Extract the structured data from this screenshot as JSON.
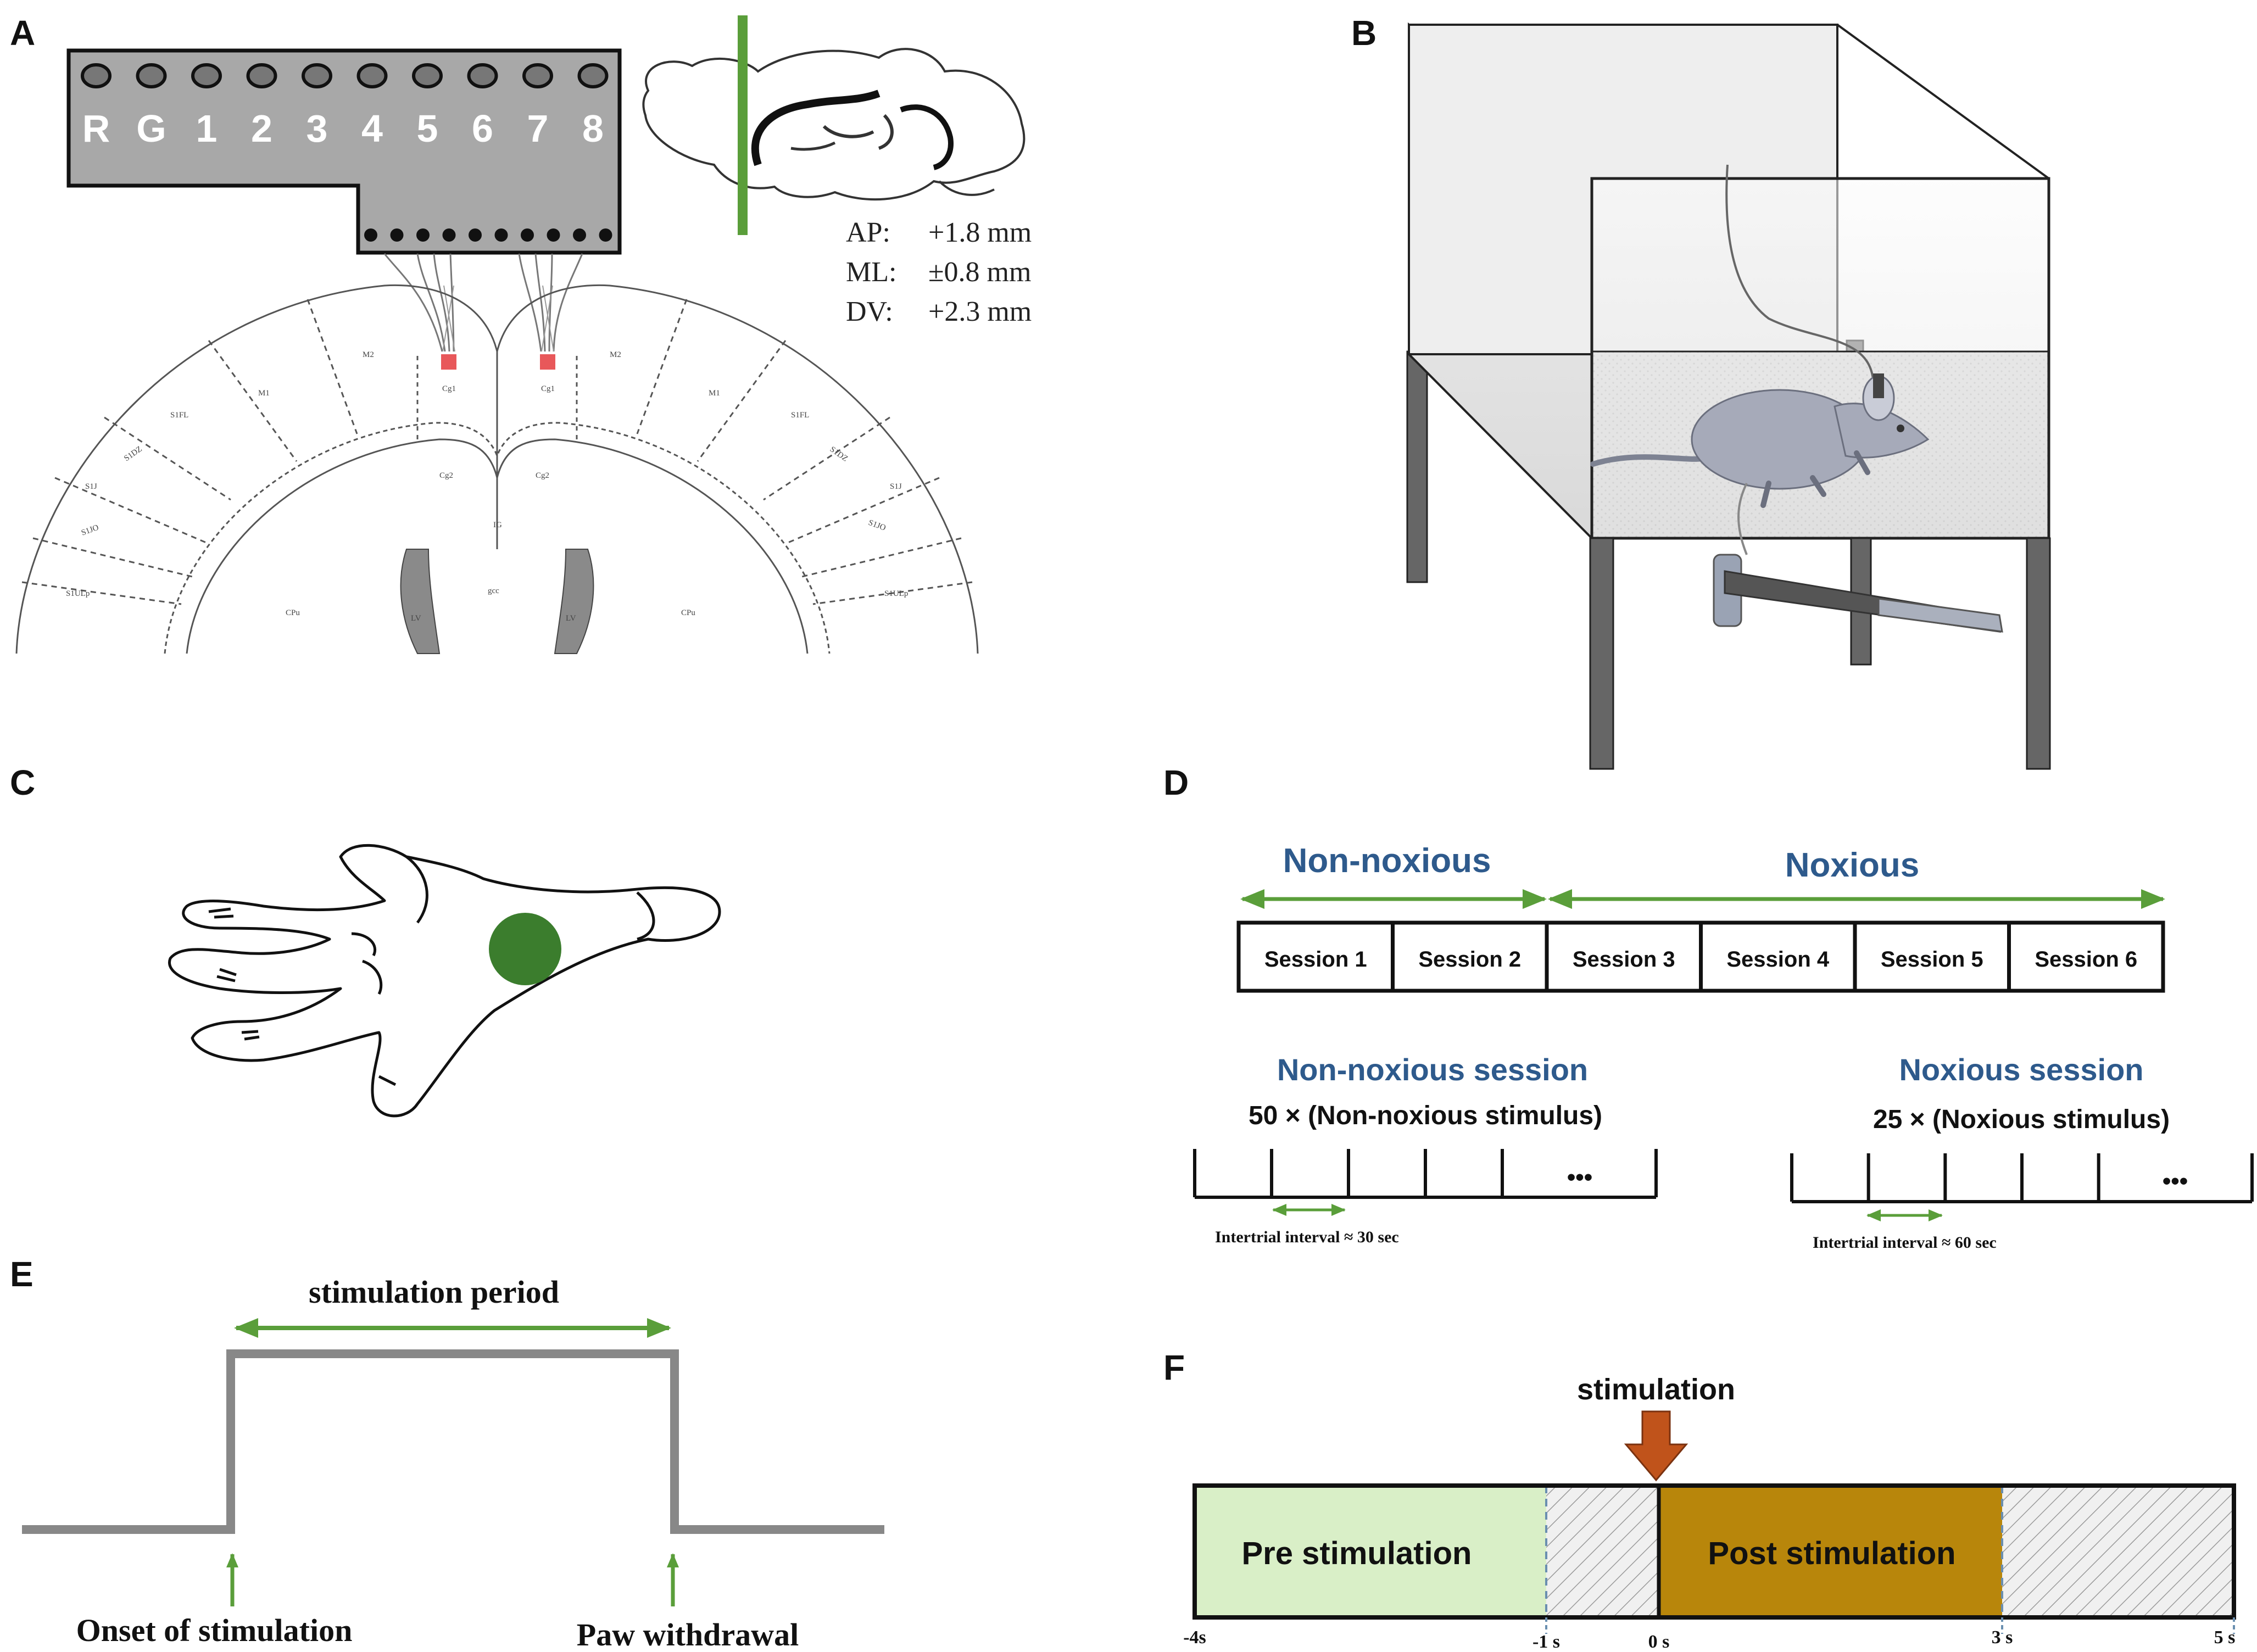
{
  "panels": {
    "A": {
      "label": "A",
      "connector_pins": [
        "R",
        "G",
        "1",
        "2",
        "3",
        "4",
        "5",
        "6",
        "7",
        "8"
      ],
      "coordinates": [
        {
          "name": "AP:",
          "value": "+1.8 mm"
        },
        {
          "name": "ML:",
          "value": "±0.8 mm"
        },
        {
          "name": "DV:",
          "value": "+2.3 mm"
        }
      ],
      "atlas_regions": {
        "m1_left": "M1",
        "m2_left": "M2",
        "m2_right": "M2",
        "m1_right": "M1",
        "cg1_left": "Cg1",
        "cg1_right": "Cg1",
        "cg2_left": "Cg2",
        "cg2_right": "Cg2",
        "s1fl_left": "S1FL",
        "s1fl_right": "S1FL",
        "s1dz_left": "S1DZ",
        "s1dz_right": "S1DZ",
        "s1j_left": "S1J",
        "s1j_right": "S1J",
        "s1jo_left": "S1JO",
        "s1jo_right": "S1JO",
        "s1ulp_left": "S1ULp",
        "s1ulp_right": "S1ULp",
        "cpu_left": "CPu",
        "cpu_right": "CPu",
        "lv_left": "LV",
        "lv_right": "LV",
        "gcc": "gcc",
        "ig": "IG"
      },
      "colors": {
        "electrode_tip": "#e8585a",
        "slice_line": "#5a9e3a",
        "connector": "#a8a8a8"
      }
    },
    "B": {
      "label": "B"
    },
    "C": {
      "label": "C",
      "colors": {
        "stim_site": "#3b7d2d"
      }
    },
    "D": {
      "label": "D",
      "phases": [
        {
          "label": "Non-noxious"
        },
        {
          "label": "Noxious"
        }
      ],
      "sessions": [
        "Session 1",
        "Session 2",
        "Session 3",
        "Session 4",
        "Session 5",
        "Session 6"
      ],
      "non_noxious": {
        "title": "Non-noxious session",
        "count_text": "50 × (Non-noxious stimulus)",
        "ellipsis": "•••",
        "interval_text": "Intertrial interval ≈ 30 sec"
      },
      "noxious": {
        "title": "Noxious session",
        "count_text": "25 × (Noxious stimulus)",
        "ellipsis": "•••",
        "interval_text": "Intertrial interval ≈ 60 sec"
      },
      "colors": {
        "title": "#2e5a8c",
        "arrow": "#5a9e3a"
      }
    },
    "E": {
      "label": "E",
      "period_label": "stimulation period",
      "onset_label": "Onset of stimulation",
      "withdrawal_label": "Paw withdrawal",
      "colors": {
        "trace": "#888888",
        "arrow": "#5a9e3a"
      }
    },
    "F": {
      "label": "F",
      "stim_label": "stimulation",
      "pre_label": "Pre stimulation",
      "post_label": "Post stimulation",
      "ticks": [
        "-4s",
        "-1 s",
        "0 s",
        "3 s",
        "5 s"
      ],
      "colors": {
        "pre": "#d9efc7",
        "post": "#b8860b",
        "arrow": "#c0531b"
      }
    }
  }
}
